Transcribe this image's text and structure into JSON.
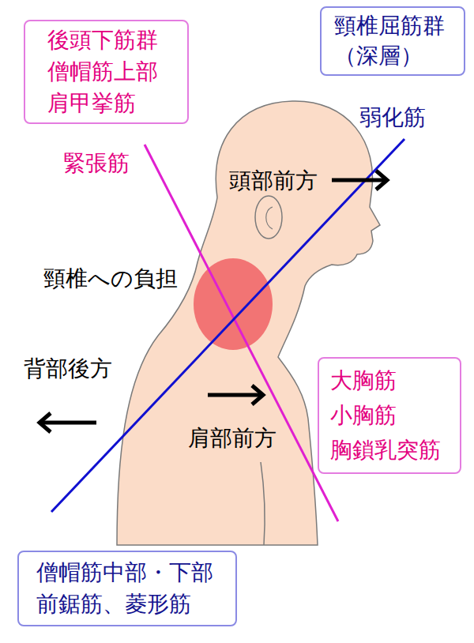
{
  "diagram": {
    "nodes": [
      {
        "text": [
          "後頭下筋群 僧帽筋上部 肩甲挙筋"
        ]
      },
      {
        "text": [
          "頸椎屈筋群 （深層）"
        ]
      },
      {
        "text": [
          "大胸筋 小胸筋 胸鎖乳突筋"
        ]
      },
      {
        "text": [
          "僧帽筋中部・下部 前鋸筋、菱形筋"
        ]
      }
    ],
    "labels": [
      "弱化筋",
      "緊張筋",
      "頭部前方",
      "頸椎への負担",
      "背部後方",
      "肩部前方"
    ]
  }
}
